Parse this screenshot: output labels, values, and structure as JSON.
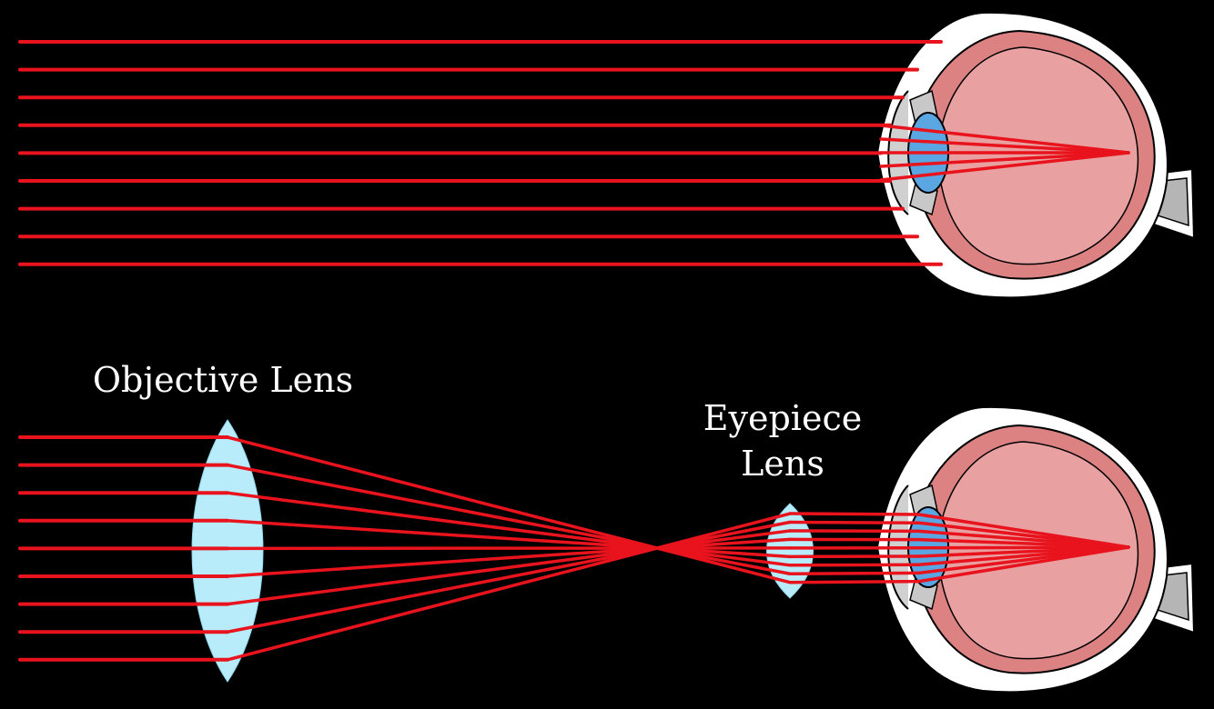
{
  "labels": {
    "objective": "Objective Lens",
    "eyepiece_line1": "Eyepiece",
    "eyepiece_line2": "Lens"
  },
  "colors": {
    "background": "#000000",
    "ray": "#e8131c",
    "lens": "#b8ecfa",
    "eye_sclera": "#ffffff",
    "eye_interior": "#e8a0a0",
    "eye_wall": "#dc8282",
    "eye_lens": "#5aa6e2",
    "optic_nerve": "#b5b5b5",
    "text": "#ffffff"
  },
  "rays": {
    "top_parallel_count": 9,
    "bottom_parallel_count": 9
  }
}
